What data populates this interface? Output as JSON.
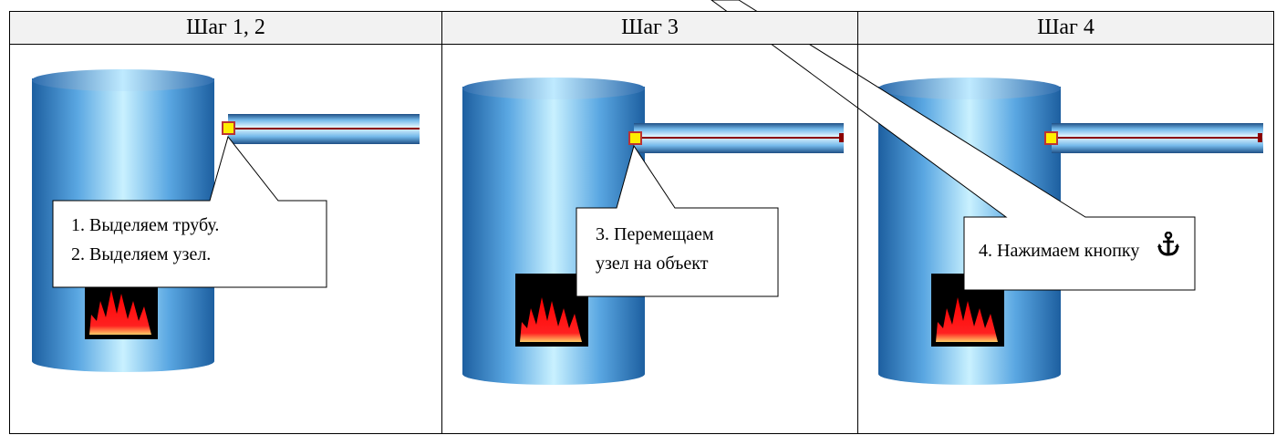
{
  "headers": [
    "Шаг 1, 2",
    "Шаг 3",
    "Шаг 4"
  ],
  "callouts": {
    "step12_line1": "1. Выделяем трубу.",
    "step12_line2": "2. Выделяем узел.",
    "step3_line1": "3. Перемещаем",
    "step3_line2": "узел на объект",
    "step4_text": "4. Нажимаем кнопку"
  },
  "icons": {
    "anchor": "anchor-icon"
  },
  "colors": {
    "tank_light": "#c8f0ff",
    "tank_dark": "#1e5a96",
    "pipe_line": "#8b0000",
    "node_fill": "#ffee00",
    "fire_red": "#ff1010"
  }
}
